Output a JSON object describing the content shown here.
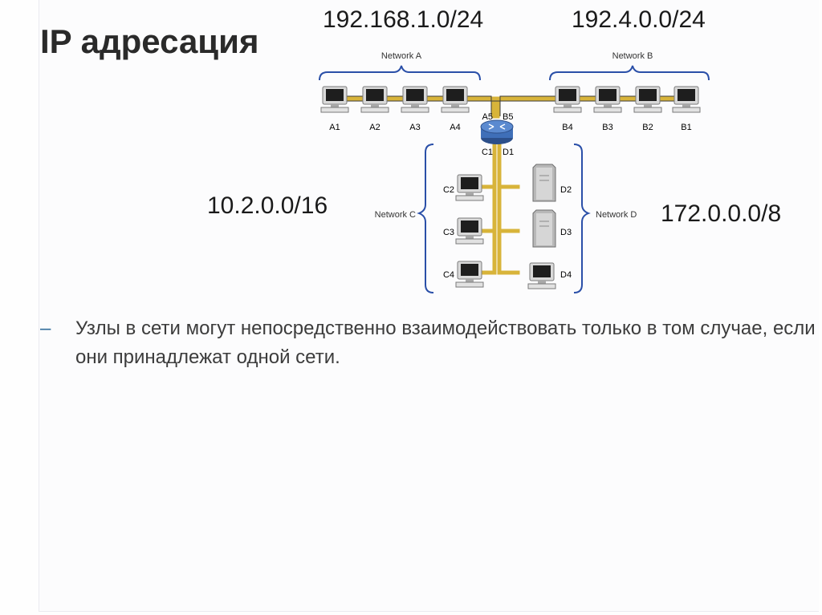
{
  "slide": {
    "title": "IP адресация",
    "bullet_dash": "–",
    "bullet_text": "Узлы в сети могут непосредственно взаимодействовать только в том случае, если они принадлежат одной сети."
  },
  "networks": {
    "a": {
      "name": "Network A",
      "cidr": "192.168.1.0/24",
      "hosts": [
        "A1",
        "A2",
        "A3",
        "A4"
      ],
      "router_port": "A5"
    },
    "b": {
      "name": "Network B",
      "cidr": "192.4.0.0/24",
      "hosts": [
        "B4",
        "B3",
        "B2",
        "B1"
      ],
      "router_port": "B5"
    },
    "c": {
      "name": "Network C",
      "cidr": "10.2.0.0/16",
      "hosts": [
        "C2",
        "C3",
        "C4"
      ],
      "router_port": "C1"
    },
    "d": {
      "name": "Network D",
      "cidr": "172.0.0.0/8",
      "hosts": [
        "D2",
        "D3",
        "D4"
      ],
      "router_port": "D1"
    }
  },
  "colors": {
    "cable": "#d8b43a",
    "router": "#3f6fb8",
    "bracket": "#2a4fa8"
  }
}
